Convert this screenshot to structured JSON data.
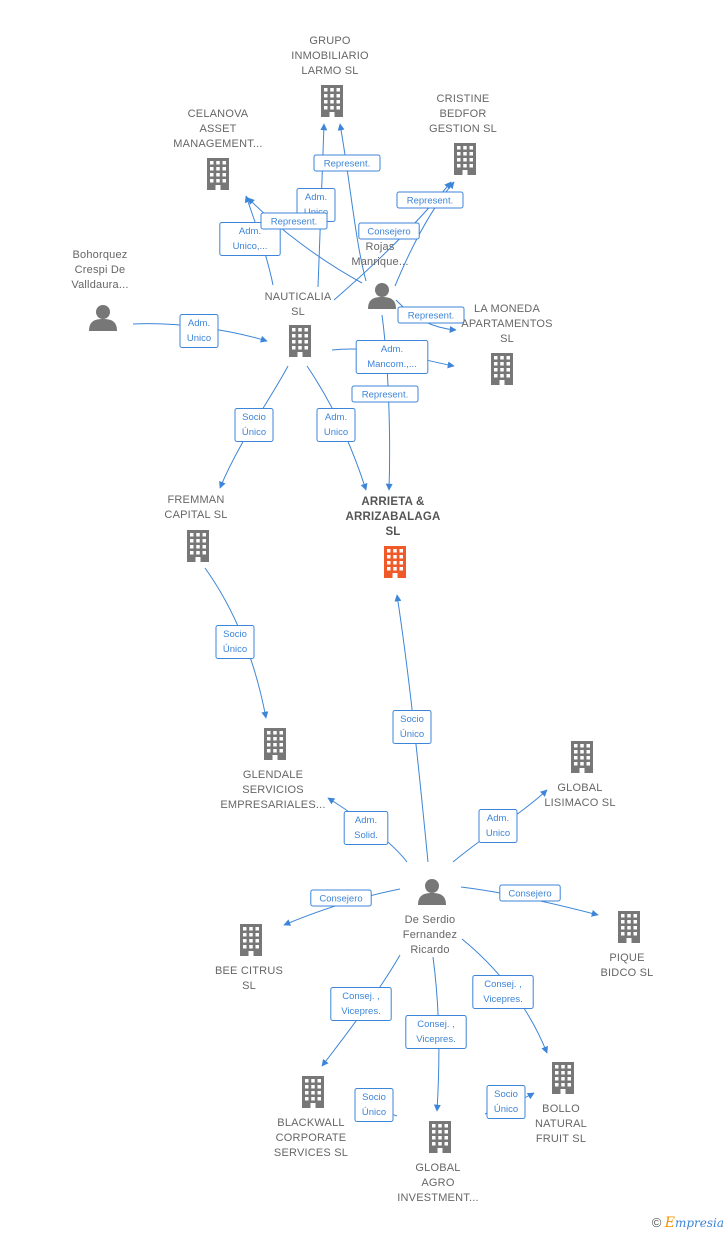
{
  "colors": {
    "edge": "#3d85d8",
    "node_icon": "#777777",
    "main_node": "#f05a28",
    "label": "#666666"
  },
  "nodes": [
    {
      "id": "grupo",
      "type": "company",
      "label": [
        "GRUPO",
        "INMOBILIARIO",
        "LARMO  SL"
      ]
    },
    {
      "id": "celanova",
      "type": "company",
      "label": [
        "CELANOVA",
        "ASSET",
        "MANAGEMENT..."
      ]
    },
    {
      "id": "cristine",
      "type": "company",
      "label": [
        "CRISTINE",
        "BEDFOR",
        "GESTION  SL"
      ]
    },
    {
      "id": "bohorquez",
      "type": "person",
      "label": [
        "Bohorquez",
        "Crespi De",
        "Valldaura..."
      ]
    },
    {
      "id": "nauticalia",
      "type": "company",
      "label": [
        "NAUTICALIA",
        "SL"
      ]
    },
    {
      "id": "rojas",
      "type": "person",
      "label": [
        "Rojas",
        "Manrique..."
      ]
    },
    {
      "id": "moneda",
      "type": "company",
      "label": [
        "LA MONEDA",
        "APARTAMENTOS",
        "SL"
      ]
    },
    {
      "id": "fremman",
      "type": "company",
      "label": [
        "FREMMAN",
        "CAPITAL  SL"
      ]
    },
    {
      "id": "arrieta",
      "type": "company",
      "main": true,
      "label": [
        "ARRIETA &",
        "ARRIZABALAGA",
        "SL"
      ]
    },
    {
      "id": "glendale",
      "type": "company",
      "label": [
        "GLENDALE",
        "SERVICIOS",
        "EMPRESARIALES..."
      ]
    },
    {
      "id": "lisimaco",
      "type": "company",
      "label": [
        "GLOBAL",
        "LISIMACO SL"
      ]
    },
    {
      "id": "deserdio",
      "type": "person",
      "label": [
        "De Serdio",
        "Fernandez",
        "Ricardo"
      ]
    },
    {
      "id": "beecitrus",
      "type": "company",
      "label": [
        "BEE CITRUS",
        "SL"
      ]
    },
    {
      "id": "pique",
      "type": "company",
      "label": [
        "PIQUE",
        "BIDCO  SL"
      ]
    },
    {
      "id": "blackwall",
      "type": "company",
      "label": [
        "BLACKWALL",
        "CORPORATE",
        "SERVICES  SL"
      ]
    },
    {
      "id": "globalagro",
      "type": "company",
      "label": [
        "GLOBAL",
        "AGRO",
        "INVESTMENT..."
      ]
    },
    {
      "id": "bollo",
      "type": "company",
      "label": [
        "BOLLO",
        "NATURAL",
        "FRUIT  SL"
      ]
    }
  ],
  "edges": [
    {
      "from": "nauticalia",
      "to": "grupo",
      "label": [
        "Adm.",
        "Unico"
      ]
    },
    {
      "from": "rojas",
      "to": "grupo",
      "label": [
        "Represent."
      ]
    },
    {
      "from": "nauticalia",
      "to": "celanova",
      "label": [
        "Adm.",
        "Unico,..."
      ]
    },
    {
      "from": "rojas",
      "to": "celanova",
      "label": [
        "Represent."
      ]
    },
    {
      "from": "nauticalia",
      "to": "cristine",
      "label": [
        "Consejero"
      ]
    },
    {
      "from": "rojas",
      "to": "cristine",
      "label": [
        "Represent."
      ]
    },
    {
      "from": "bohorquez",
      "to": "nauticalia",
      "label": [
        "Adm.",
        "Unico"
      ]
    },
    {
      "from": "rojas",
      "to": "moneda",
      "label": [
        "Represent."
      ]
    },
    {
      "from": "nauticalia",
      "to": "moneda",
      "label": [
        "Adm.",
        "Mancom.,..."
      ]
    },
    {
      "from": "rojas",
      "to": "arrieta",
      "label": [
        "Represent."
      ]
    },
    {
      "from": "nauticalia",
      "to": "fremman",
      "label": [
        "Socio",
        "Único"
      ]
    },
    {
      "from": "nauticalia",
      "to": "arrieta",
      "label": [
        "Adm.",
        "Unico"
      ]
    },
    {
      "from": "fremman",
      "to": "glendale",
      "label": [
        "Socio",
        "Único"
      ]
    },
    {
      "from": "deserdio",
      "to": "arrieta",
      "label": [
        "Socio",
        "Único"
      ]
    },
    {
      "from": "deserdio",
      "to": "glendale",
      "label": [
        "Adm.",
        "Solid."
      ]
    },
    {
      "from": "deserdio",
      "to": "lisimaco",
      "label": [
        "Adm.",
        "Unico"
      ]
    },
    {
      "from": "deserdio",
      "to": "beecitrus",
      "label": [
        "Consejero"
      ]
    },
    {
      "from": "deserdio",
      "to": "pique",
      "label": [
        "Consejero"
      ]
    },
    {
      "from": "deserdio",
      "to": "blackwall",
      "label": [
        "Consej. ,",
        "Vicepres."
      ]
    },
    {
      "from": "deserdio",
      "to": "globalagro",
      "label": [
        "Consej. ,",
        "Vicepres."
      ]
    },
    {
      "from": "deserdio",
      "to": "bollo",
      "label": [
        "Consej. ,",
        "Vicepres."
      ]
    },
    {
      "from": "globalagro",
      "to": "blackwall",
      "label": [
        "Socio",
        "Único"
      ]
    },
    {
      "from": "globalagro",
      "to": "bollo",
      "label": [
        "Socio",
        "Único"
      ]
    }
  ],
  "brand": {
    "copyright": "©",
    "initial": "E",
    "rest": "mpresia"
  }
}
